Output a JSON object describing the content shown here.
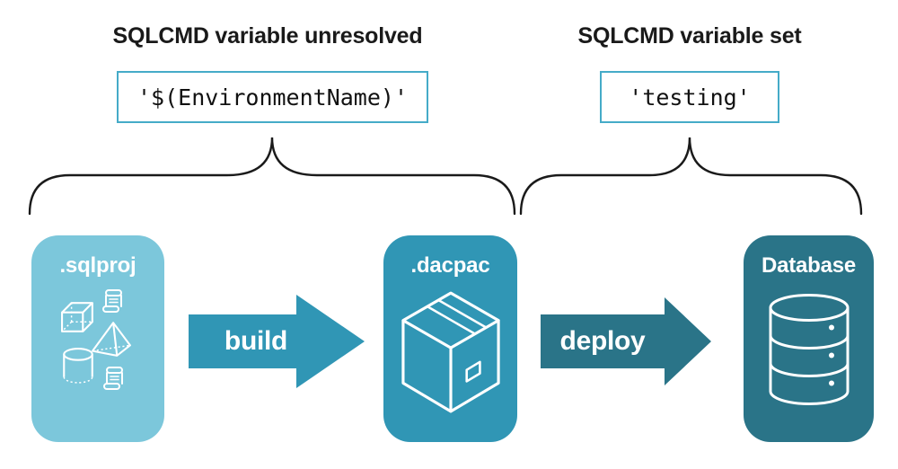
{
  "header": {
    "left_title": "SQLCMD variable unresolved",
    "right_title": "SQLCMD variable set"
  },
  "code": {
    "unresolved_value": "'$(EnvironmentName)'",
    "set_value": "'testing'"
  },
  "pipeline": {
    "stages": [
      {
        "label": ".sqlproj",
        "icon": "sql-project-objects-icon",
        "color": "#7cc7db"
      },
      {
        "label": ".dacpac",
        "icon": "package-icon",
        "color": "#3096b5"
      },
      {
        "label": "Database",
        "icon": "database-icon",
        "color": "#2a7488"
      }
    ],
    "arrows": [
      {
        "label": "build",
        "color": "#3096b5"
      },
      {
        "label": "deploy",
        "color": "#2a7488"
      }
    ]
  },
  "colors": {
    "stage-light": "#7cc7db",
    "stage-mid": "#3096b5",
    "stage-dark": "#2a7488",
    "code-border": "#45abc8",
    "ink": "#1a1a1a"
  }
}
